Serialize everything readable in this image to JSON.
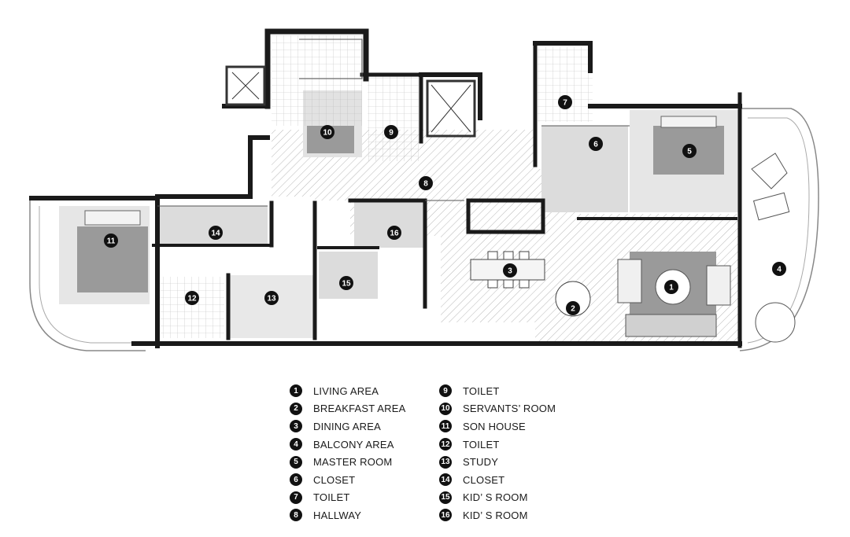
{
  "legend": [
    {
      "num": "1",
      "label": "LIVING AREA"
    },
    {
      "num": "2",
      "label": "BREAKFAST AREA"
    },
    {
      "num": "3",
      "label": "DINING AREA"
    },
    {
      "num": "4",
      "label": "BALCONY AREA"
    },
    {
      "num": "5",
      "label": "MASTER ROOM"
    },
    {
      "num": "6",
      "label": "CLOSET"
    },
    {
      "num": "7",
      "label": "TOILET"
    },
    {
      "num": "8",
      "label": "HALLWAY"
    },
    {
      "num": "9",
      "label": "TOILET"
    },
    {
      "num": "10",
      "label": "SERVANTS’ ROOM"
    },
    {
      "num": "11",
      "label": "SON HOUSE"
    },
    {
      "num": "12",
      "label": "TOILET"
    },
    {
      "num": "13",
      "label": "STUDY"
    },
    {
      "num": "14",
      "label": "CLOSET"
    },
    {
      "num": "15",
      "label": "KID’ S ROOM"
    },
    {
      "num": "16",
      "label": "KID’ S ROOM"
    }
  ],
  "colors": {
    "wall": "#1a1a1a",
    "floor_gray": "#dcdcdc",
    "rug": "#9a9a9a",
    "hatch": "#b8b8b8"
  }
}
